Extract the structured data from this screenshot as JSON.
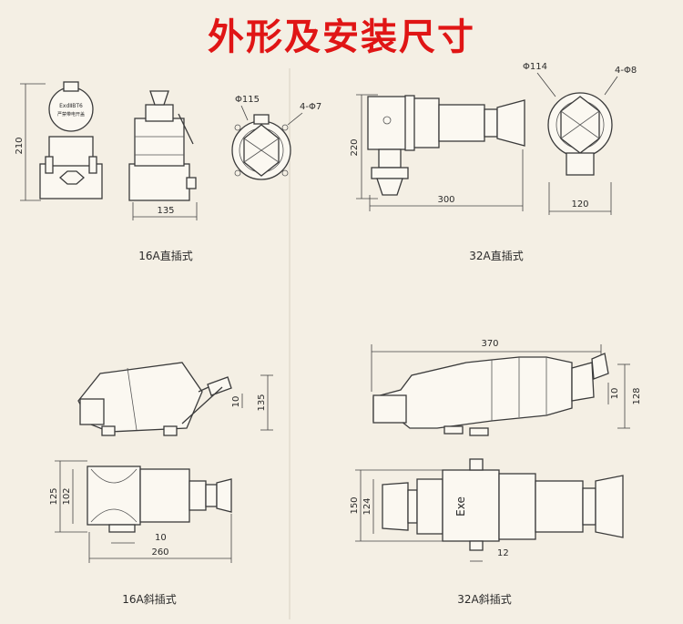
{
  "title": "外形及安装尺寸",
  "views": {
    "v16_straight": {
      "caption": "16A直插式",
      "dim_height": "210",
      "dim_width": "135",
      "dim_dia": "Φ115",
      "dim_holes": "4-Φ7",
      "plate_text_1": "ExdⅡBT6",
      "plate_text_2": "严禁带电开盖"
    },
    "v32_straight": {
      "caption": "32A直插式",
      "dim_height": "220",
      "dim_width": "300",
      "dim_dia": "Φ114",
      "dim_holes": "4-Φ8",
      "dim_base": "120"
    },
    "v16_oblique": {
      "caption": "16A斜插式",
      "dim_h1": "135",
      "dim_h2": "10",
      "dim_h3": "125",
      "dim_h4": "102",
      "dim_w1": "10",
      "dim_w2": "260"
    },
    "v32_oblique": {
      "caption": "32A斜插式",
      "dim_width": "370",
      "dim_h1": "128",
      "dim_h2": "10",
      "dim_h3": "150",
      "dim_h4": "124",
      "dim_w1": "12",
      "body_text": "Exe"
    }
  }
}
